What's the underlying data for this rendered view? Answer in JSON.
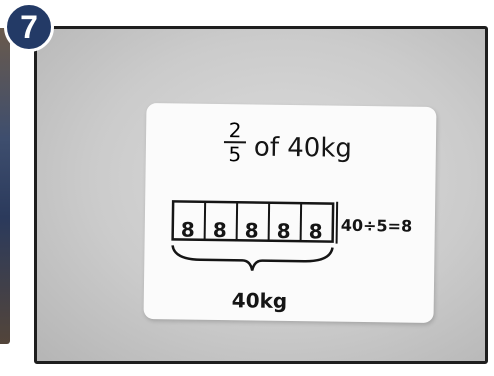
{
  "badge": {
    "number": "7",
    "color": "#233a66"
  },
  "board": {
    "fraction": {
      "numerator": "2",
      "denominator": "5"
    },
    "title_rest": "of 40kg",
    "bar_values": [
      "8",
      "8",
      "8",
      "8",
      "8"
    ],
    "division": "40÷5=8",
    "total": "40kg"
  }
}
